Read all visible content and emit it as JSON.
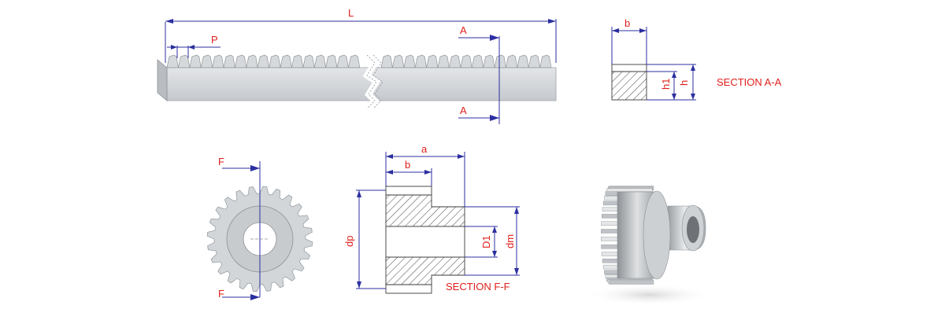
{
  "labels": {
    "length": "L",
    "pitch": "P",
    "section_cut": "A",
    "rack_width": "b",
    "tooth_height": "h1",
    "rack_height": "h",
    "section_a_title": "SECTION A-A",
    "gear_section_cut": "F",
    "hub_length": "a",
    "face_width": "b",
    "pitch_diameter": "dp",
    "bore_diameter": "D1",
    "hub_diameter": "dm",
    "section_f_title": "SECTION F-F"
  },
  "colors": {
    "dimension": "#2c2fa0",
    "label": "#e0201b",
    "metal": "#d4d7da",
    "metal_dark": "#b6babe",
    "hatch": "#444444"
  }
}
